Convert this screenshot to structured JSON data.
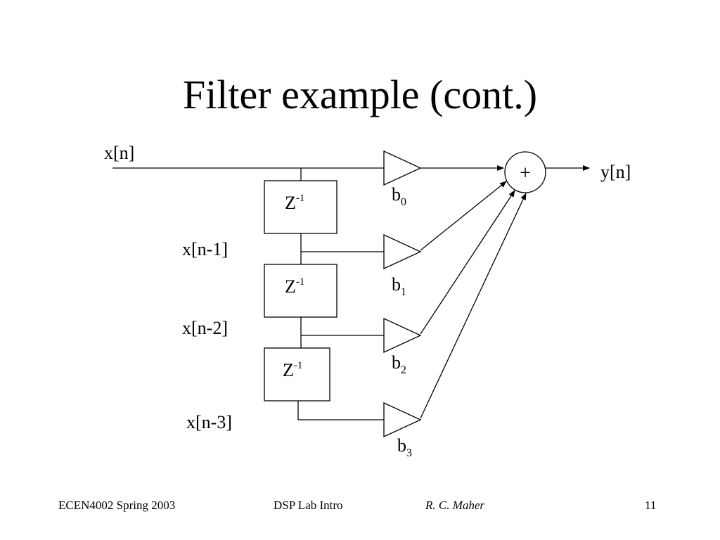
{
  "slide": {
    "title": "Filter example (cont.)"
  },
  "diagram": {
    "input_label": "x[n]",
    "output_label": "y[n]",
    "adder_symbol": "+",
    "delays": [
      {
        "symbol": "Z",
        "exponent": "-1"
      },
      {
        "symbol": "Z",
        "exponent": "-1"
      },
      {
        "symbol": "Z",
        "exponent": "-1"
      }
    ],
    "taps": [
      {
        "label": "x[n-1]"
      },
      {
        "label": "x[n-2]"
      },
      {
        "label": "x[n-3]"
      }
    ],
    "gains": [
      {
        "base": "b",
        "sub": "0"
      },
      {
        "base": "b",
        "sub": "1"
      },
      {
        "base": "b",
        "sub": "2"
      },
      {
        "base": "b",
        "sub": "3"
      }
    ]
  },
  "footer": {
    "course": "ECEN4002 Spring 2003",
    "topic": "DSP Lab Intro",
    "author": "R. C. Maher",
    "page": "11"
  }
}
